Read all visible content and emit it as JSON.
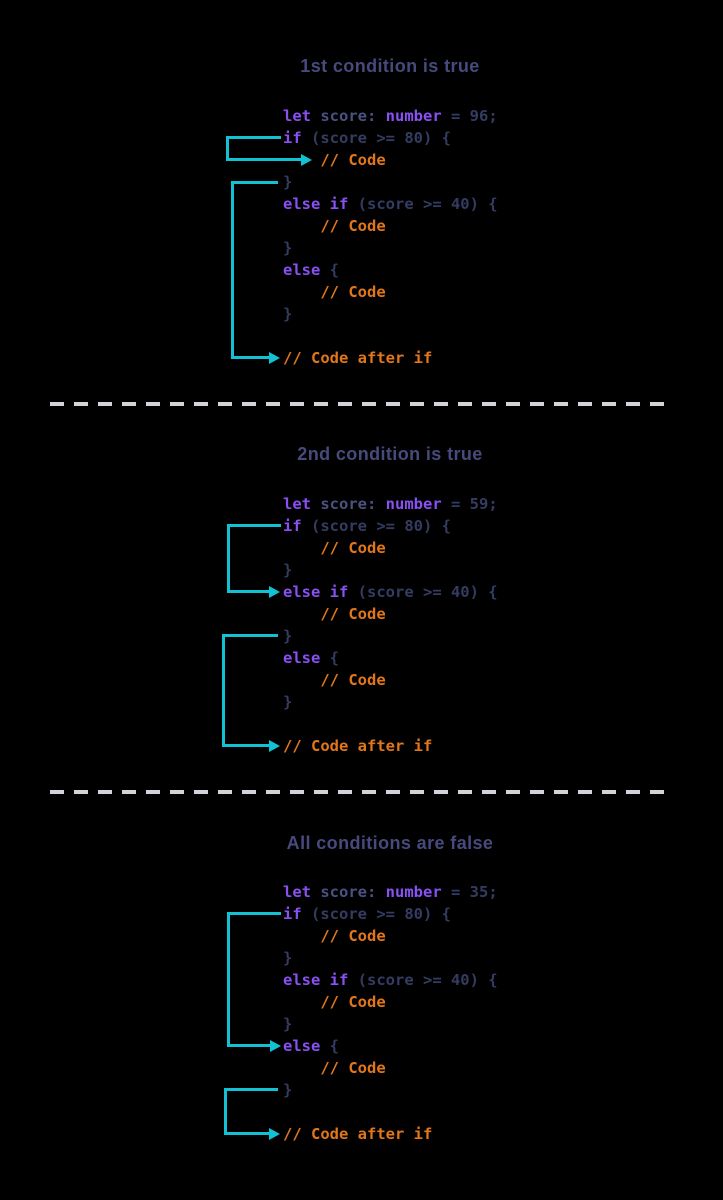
{
  "colors": {
    "background": "#000000",
    "keyword_purple": "#8950f2",
    "code_slate": "#353c62",
    "variable_slate": "#4b5180",
    "comment_orange": "#e2761b",
    "arrow_cyan": "#12c2d4",
    "title_indigo": "#474a7c",
    "divider_gray": "#d2d2d8"
  },
  "panels": [
    {
      "title": "1st condition is true",
      "score_value": "96",
      "code": [
        [
          {
            "s": "k",
            "t": "let"
          },
          {
            "s": "v",
            "t": " score: "
          },
          {
            "s": "k",
            "t": "number"
          },
          {
            "s": "p",
            "t": " = 96;"
          }
        ],
        [
          {
            "s": "k",
            "t": "if"
          },
          {
            "s": "p",
            "t": " (score >= 80) {"
          }
        ],
        [
          {
            "s": "c",
            "t": "    // Code"
          }
        ],
        [
          {
            "s": "p",
            "t": "}"
          }
        ],
        [
          {
            "s": "k",
            "t": "else if"
          },
          {
            "s": "p",
            "t": " (score >= 40) {"
          }
        ],
        [
          {
            "s": "c",
            "t": "    // Code"
          }
        ],
        [
          {
            "s": "p",
            "t": "}"
          }
        ],
        [
          {
            "s": "k",
            "t": "else"
          },
          {
            "s": "p",
            "t": " {"
          }
        ],
        [
          {
            "s": "c",
            "t": "    // Code"
          }
        ],
        [
          {
            "s": "p",
            "t": "}"
          }
        ],
        [],
        [
          {
            "s": "c",
            "t": "// Code after if"
          }
        ]
      ],
      "arrows": [
        {
          "from": "if statement",
          "to": "if block body"
        },
        {
          "from": "if block exit",
          "to": "code after if"
        }
      ]
    },
    {
      "title": "2nd condition is true",
      "score_value": "59",
      "code": [
        [
          {
            "s": "k",
            "t": "let"
          },
          {
            "s": "v",
            "t": " score: "
          },
          {
            "s": "k",
            "t": "number"
          },
          {
            "s": "p",
            "t": " = 59;"
          }
        ],
        [
          {
            "s": "k",
            "t": "if"
          },
          {
            "s": "p",
            "t": " (score >= 80) {"
          }
        ],
        [
          {
            "s": "c",
            "t": "    // Code"
          }
        ],
        [
          {
            "s": "p",
            "t": "}"
          }
        ],
        [
          {
            "s": "k",
            "t": "else if"
          },
          {
            "s": "p",
            "t": " (score >= 40) {"
          }
        ],
        [
          {
            "s": "c",
            "t": "    // Code"
          }
        ],
        [
          {
            "s": "p",
            "t": "}"
          }
        ],
        [
          {
            "s": "k",
            "t": "else"
          },
          {
            "s": "p",
            "t": " {"
          }
        ],
        [
          {
            "s": "c",
            "t": "    // Code"
          }
        ],
        [
          {
            "s": "p",
            "t": "}"
          }
        ],
        [],
        [
          {
            "s": "c",
            "t": "// Code after if"
          }
        ]
      ],
      "arrows": [
        {
          "from": "if statement",
          "to": "else if statement"
        },
        {
          "from": "else if block exit",
          "to": "code after if"
        }
      ]
    },
    {
      "title": "All conditions are false",
      "score_value": "35",
      "code": [
        [
          {
            "s": "k",
            "t": "let"
          },
          {
            "s": "v",
            "t": " score: "
          },
          {
            "s": "k",
            "t": "number"
          },
          {
            "s": "p",
            "t": " = 35;"
          }
        ],
        [
          {
            "s": "k",
            "t": "if"
          },
          {
            "s": "p",
            "t": " (score >= 80) {"
          }
        ],
        [
          {
            "s": "c",
            "t": "    // Code"
          }
        ],
        [
          {
            "s": "p",
            "t": "}"
          }
        ],
        [
          {
            "s": "k",
            "t": "else if"
          },
          {
            "s": "p",
            "t": " (score >= 40) {"
          }
        ],
        [
          {
            "s": "c",
            "t": "    // Code"
          }
        ],
        [
          {
            "s": "p",
            "t": "}"
          }
        ],
        [
          {
            "s": "k",
            "t": "else"
          },
          {
            "s": "p",
            "t": " {"
          }
        ],
        [
          {
            "s": "c",
            "t": "    // Code"
          }
        ],
        [
          {
            "s": "p",
            "t": "}"
          }
        ],
        [],
        [
          {
            "s": "c",
            "t": "// Code after if"
          }
        ]
      ],
      "arrows": [
        {
          "from": "if statement",
          "to": "else block"
        },
        {
          "from": "else block exit",
          "to": "code after if"
        }
      ]
    }
  ]
}
